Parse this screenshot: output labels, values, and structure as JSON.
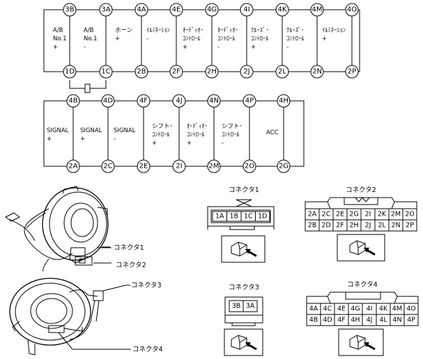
{
  "top_pins": [
    "3B",
    "3A",
    "4A",
    "4E",
    "4G",
    "4I",
    "4K",
    "4M",
    "4O"
  ],
  "top_bottom_pins": [
    "1D",
    "1C",
    "2B",
    "2F",
    "2H",
    "2J",
    "2L",
    "2N",
    "2P"
  ],
  "top_labels": [
    [
      "A/B",
      "No.1",
      "+"
    ],
    [
      "A/B",
      "No.1",
      "-"
    ],
    [
      "ホーン",
      "+"
    ],
    [
      "ｲﾙﾐﾈｰｼｮﾝ",
      "-"
    ],
    [
      "ｵｰﾃﾞｨｵ･",
      "ｺﾝﾄﾛｰﾙ",
      "+"
    ],
    [
      "ｵｰﾃﾞｨｵ･",
      "ｺﾝﾄﾛｰﾙ",
      "-"
    ],
    [
      "ｸﾙｰｽﾞ･",
      "ｺﾝﾄﾛｰﾙ",
      "+"
    ],
    [
      "ｸﾙｰｽﾞ･",
      "ｺﾝﾄﾛｰﾙ",
      "-"
    ],
    [
      "ｲﾙﾐﾈｰｼｮﾝ",
      "+"
    ]
  ],
  "mid_pins": [
    "4B",
    "4D",
    "4F",
    "4J",
    "4N",
    "4P",
    "4H"
  ],
  "mid_bottom_pins": [
    "2A",
    "2C",
    "2E",
    "2I",
    "2M",
    "2O",
    "2G"
  ],
  "mid_labels": [
    [
      "SIGNAL",
      "+"
    ],
    [
      "SIGNAL",
      "+"
    ],
    [
      "SIGNAL",
      "-"
    ],
    [
      "シフト･",
      "ｺﾝﾄﾛｰﾙ",
      "+"
    ],
    [
      "ｵｰﾃﾞｨｵ･",
      "ｺﾝﾄﾛｰﾙ",
      "+"
    ],
    [
      "シフト･",
      "ｺﾝﾄﾛｰﾙ",
      "-"
    ],
    [
      "ACC"
    ]
  ],
  "callouts": {
    "c1": "コネクタ1",
    "c2": "コネクタ2",
    "c3": "コネクタ3",
    "c4": "コネクタ4"
  },
  "connector1": {
    "title": "コネクタ1",
    "cells": [
      "1A",
      "1B",
      "1C",
      "1D"
    ]
  },
  "connector2": {
    "title": "コネクタ2",
    "row1": [
      "2A",
      "2C",
      "2E",
      "2G",
      "2I",
      "2K",
      "2M",
      "2O"
    ],
    "row2": [
      "2B",
      "2D",
      "2F",
      "2H",
      "2J",
      "2L",
      "2N",
      "2P"
    ]
  },
  "connector3": {
    "title": "コネクタ3",
    "cells": [
      "3B",
      "3A"
    ]
  },
  "connector4": {
    "title": "コネクタ4",
    "row1": [
      "4A",
      "4C",
      "4E",
      "4G",
      "4I",
      "4K",
      "4M",
      "4O"
    ],
    "row2": [
      "4B",
      "4D",
      "4F",
      "4H",
      "4J",
      "4L",
      "4N",
      "4P"
    ]
  }
}
